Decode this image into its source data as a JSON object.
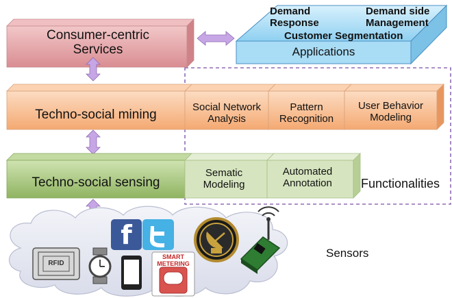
{
  "layers": {
    "services": "Consumer-centric\nServices",
    "mining": "Techno-social mining",
    "sensing": "Techno-social sensing"
  },
  "applications": {
    "title": "Applications",
    "demand_response": "Demand\nResponse",
    "demand_side": "Demand side\nManagement",
    "segmentation": "Customer Segmentation"
  },
  "mining_functions": [
    "Social Network\nAnalysis",
    "Pattern\nRecognition",
    "User Behavior\nModeling"
  ],
  "sensing_functions": [
    "Sematic\nModeling",
    "Automated\nAnnotation"
  ],
  "functionalities_label": "Functionalities",
  "sensors_label": "Sensors",
  "sensor_icons": {
    "rfid": "RFID",
    "smart_metering": "SMART\nMETERING",
    "facebook": "f"
  },
  "colors": {
    "services": "#e6a3a6",
    "applications": "#aee0f7",
    "mining": "#f9c199",
    "sensing": "#a7c77c",
    "sensing_func": "#d8e6c0",
    "arrow": "#c7a6e6",
    "dashed": "#8f6bb3",
    "cloud": "#e6e8f2"
  }
}
